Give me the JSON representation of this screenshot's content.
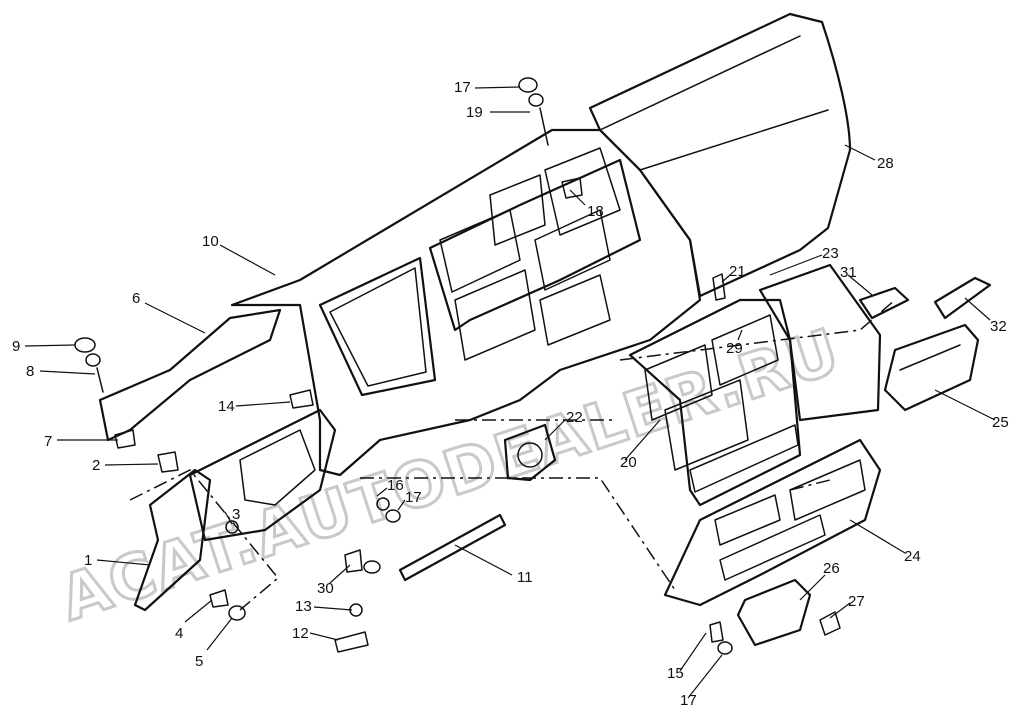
{
  "watermark": "ACAT.AUTODEALER.RU",
  "callouts": [
    {
      "id": "c1",
      "label": "1"
    },
    {
      "id": "c2",
      "label": "2"
    },
    {
      "id": "c3",
      "label": "3"
    },
    {
      "id": "c4",
      "label": "4"
    },
    {
      "id": "c5",
      "label": "5"
    },
    {
      "id": "c6",
      "label": "6"
    },
    {
      "id": "c7",
      "label": "7"
    },
    {
      "id": "c8",
      "label": "8"
    },
    {
      "id": "c9",
      "label": "9"
    },
    {
      "id": "c10",
      "label": "10"
    },
    {
      "id": "c11",
      "label": "11"
    },
    {
      "id": "c12",
      "label": "12"
    },
    {
      "id": "c13",
      "label": "13"
    },
    {
      "id": "c14",
      "label": "14"
    },
    {
      "id": "c15",
      "label": "15"
    },
    {
      "id": "c16",
      "label": "16"
    },
    {
      "id": "c17a",
      "label": "17"
    },
    {
      "id": "c17b",
      "label": "17"
    },
    {
      "id": "c17c",
      "label": "17"
    },
    {
      "id": "c18",
      "label": "18"
    },
    {
      "id": "c19",
      "label": "19"
    },
    {
      "id": "c20",
      "label": "20"
    },
    {
      "id": "c21",
      "label": "21"
    },
    {
      "id": "c22",
      "label": "22"
    },
    {
      "id": "c23",
      "label": "23"
    },
    {
      "id": "c24",
      "label": "24"
    },
    {
      "id": "c25",
      "label": "25"
    },
    {
      "id": "c26",
      "label": "26"
    },
    {
      "id": "c27",
      "label": "27"
    },
    {
      "id": "c28",
      "label": "28"
    },
    {
      "id": "c29",
      "label": "29"
    },
    {
      "id": "c30",
      "label": "30"
    },
    {
      "id": "c31",
      "label": "31"
    },
    {
      "id": "c32",
      "label": "32"
    }
  ]
}
